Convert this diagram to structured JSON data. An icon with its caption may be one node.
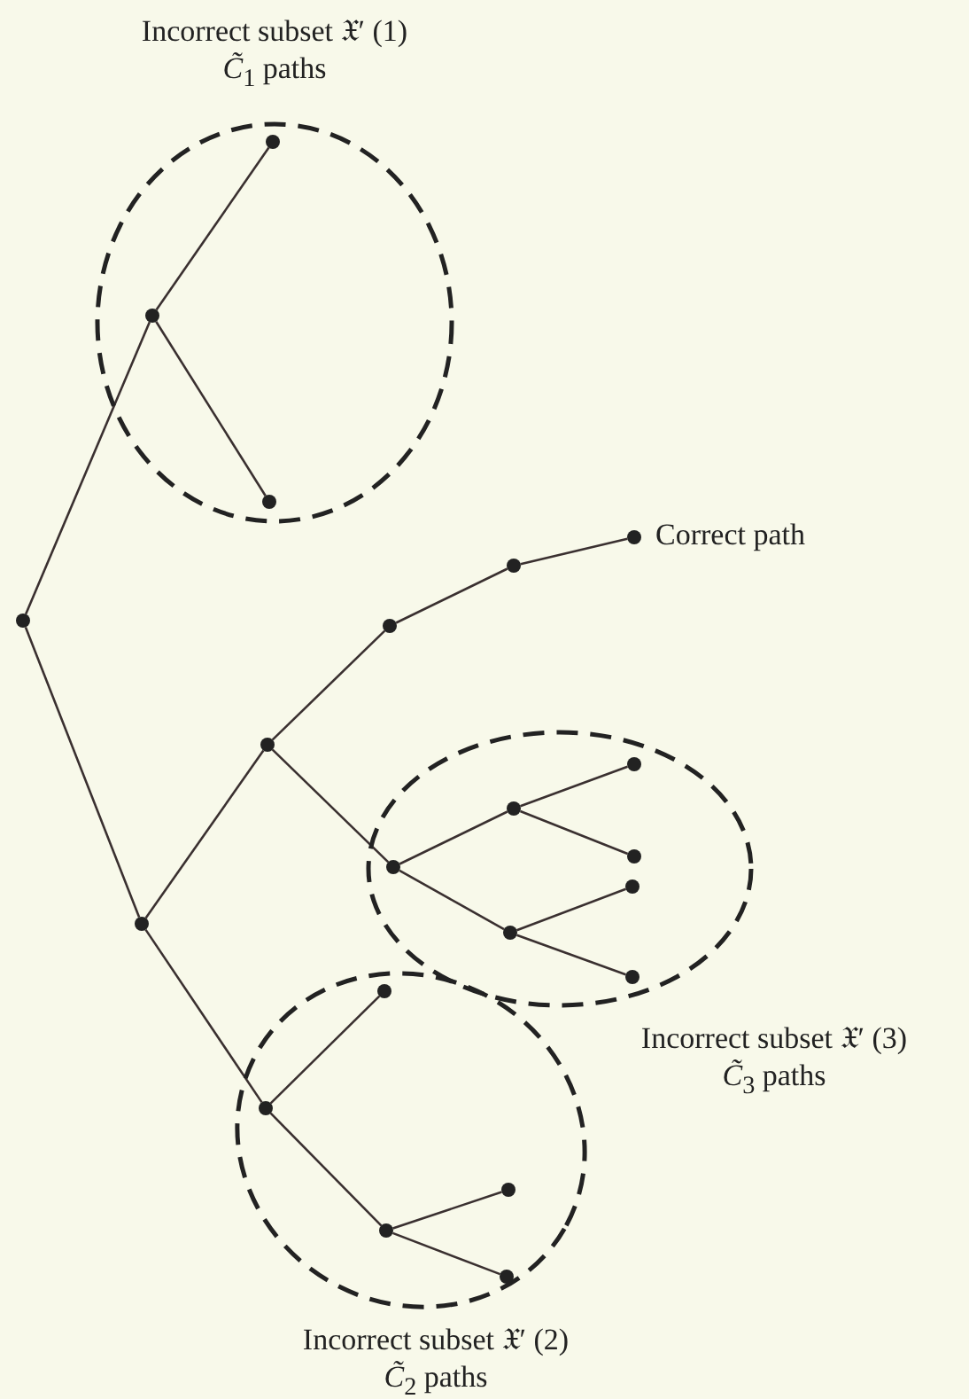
{
  "diagram": {
    "nodes": [
      {
        "text": [
          "Incorrect subset 𝔛′ (1)",
          "*C̃*$_{1}$ paths"
        ]
      },
      {
        "text": [],
        "shape": "circle",
        "in": 0
      },
      {
        "text": [],
        "shape": "circle",
        "in": 0
      },
      {
        "text": [],
        "shape": "circle",
        "in": 0
      },
      {
        "text": [],
        "shape": "circle"
      },
      {
        "text": [],
        "shape": "circle",
        "beside": [
          "Correct path"
        ]
      },
      {
        "text": [],
        "shape": "circle"
      },
      {
        "text": [],
        "shape": "circle"
      },
      {
        "text": [],
        "shape": "circle"
      },
      {
        "text": [
          "Incorrect subset 𝔛′ (3)",
          "*C̃*$_{3}$ paths"
        ]
      },
      {
        "text": [],
        "shape": "circle",
        "in": 9
      },
      {
        "text": [],
        "shape": "circle",
        "in": 9
      },
      {
        "text": [],
        "shape": "circle",
        "in": 9
      },
      {
        "text": [],
        "shape": "circle",
        "in": 9
      },
      {
        "text": [],
        "shape": "circle",
        "in": 9
      },
      {
        "text": [],
        "shape": "circle",
        "in": 9
      },
      {
        "text": [],
        "shape": "circle",
        "in": 9
      },
      {
        "text": [],
        "shape": "circle"
      },
      {
        "text": [
          "Incorrect subset 𝔛′ (2)",
          "*C̃*$_{2}$ paths"
        ]
      },
      {
        "text": [],
        "shape": "circle",
        "in": 18
      },
      {
        "text": [],
        "shape": "circle",
        "in": 18
      },
      {
        "text": [],
        "shape": "circle",
        "in": 18
      },
      {
        "text": [],
        "shape": "circle",
        "in": 18
      },
      {
        "text": [],
        "shape": "circle",
        "in": 18
      }
    ],
    "edges": [
      {
        "from": 4,
        "to": 1,
        "arrow": "none"
      },
      {
        "from": 1,
        "to": 2,
        "arrow": "none"
      },
      {
        "from": 1,
        "to": 3,
        "arrow": "none"
      },
      {
        "from": 4,
        "to": 17,
        "arrow": "none"
      },
      {
        "from": 17,
        "to": 8,
        "arrow": "none"
      },
      {
        "from": 8,
        "to": 7,
        "arrow": "none"
      },
      {
        "from": 7,
        "to": 6,
        "arrow": "none"
      },
      {
        "from": 6,
        "to": 5,
        "arrow": "none"
      },
      {
        "from": 8,
        "to": 12,
        "arrow": "none"
      },
      {
        "from": 12,
        "to": 10,
        "arrow": "none"
      },
      {
        "from": 10,
        "to": 11,
        "arrow": "none"
      },
      {
        "from": 10,
        "to": 13,
        "arrow": "none"
      },
      {
        "from": 12,
        "to": 15,
        "arrow": "none"
      },
      {
        "from": 15,
        "to": 14,
        "arrow": "none"
      },
      {
        "from": 15,
        "to": 16,
        "arrow": "none"
      },
      {
        "from": 17,
        "to": 20,
        "arrow": "none"
      },
      {
        "from": 20,
        "to": 19,
        "arrow": "none"
      },
      {
        "from": 20,
        "to": 22,
        "arrow": "none"
      },
      {
        "from": 22,
        "to": 21,
        "arrow": "none"
      },
      {
        "from": 22,
        "to": 23,
        "arrow": "none"
      }
    ]
  }
}
